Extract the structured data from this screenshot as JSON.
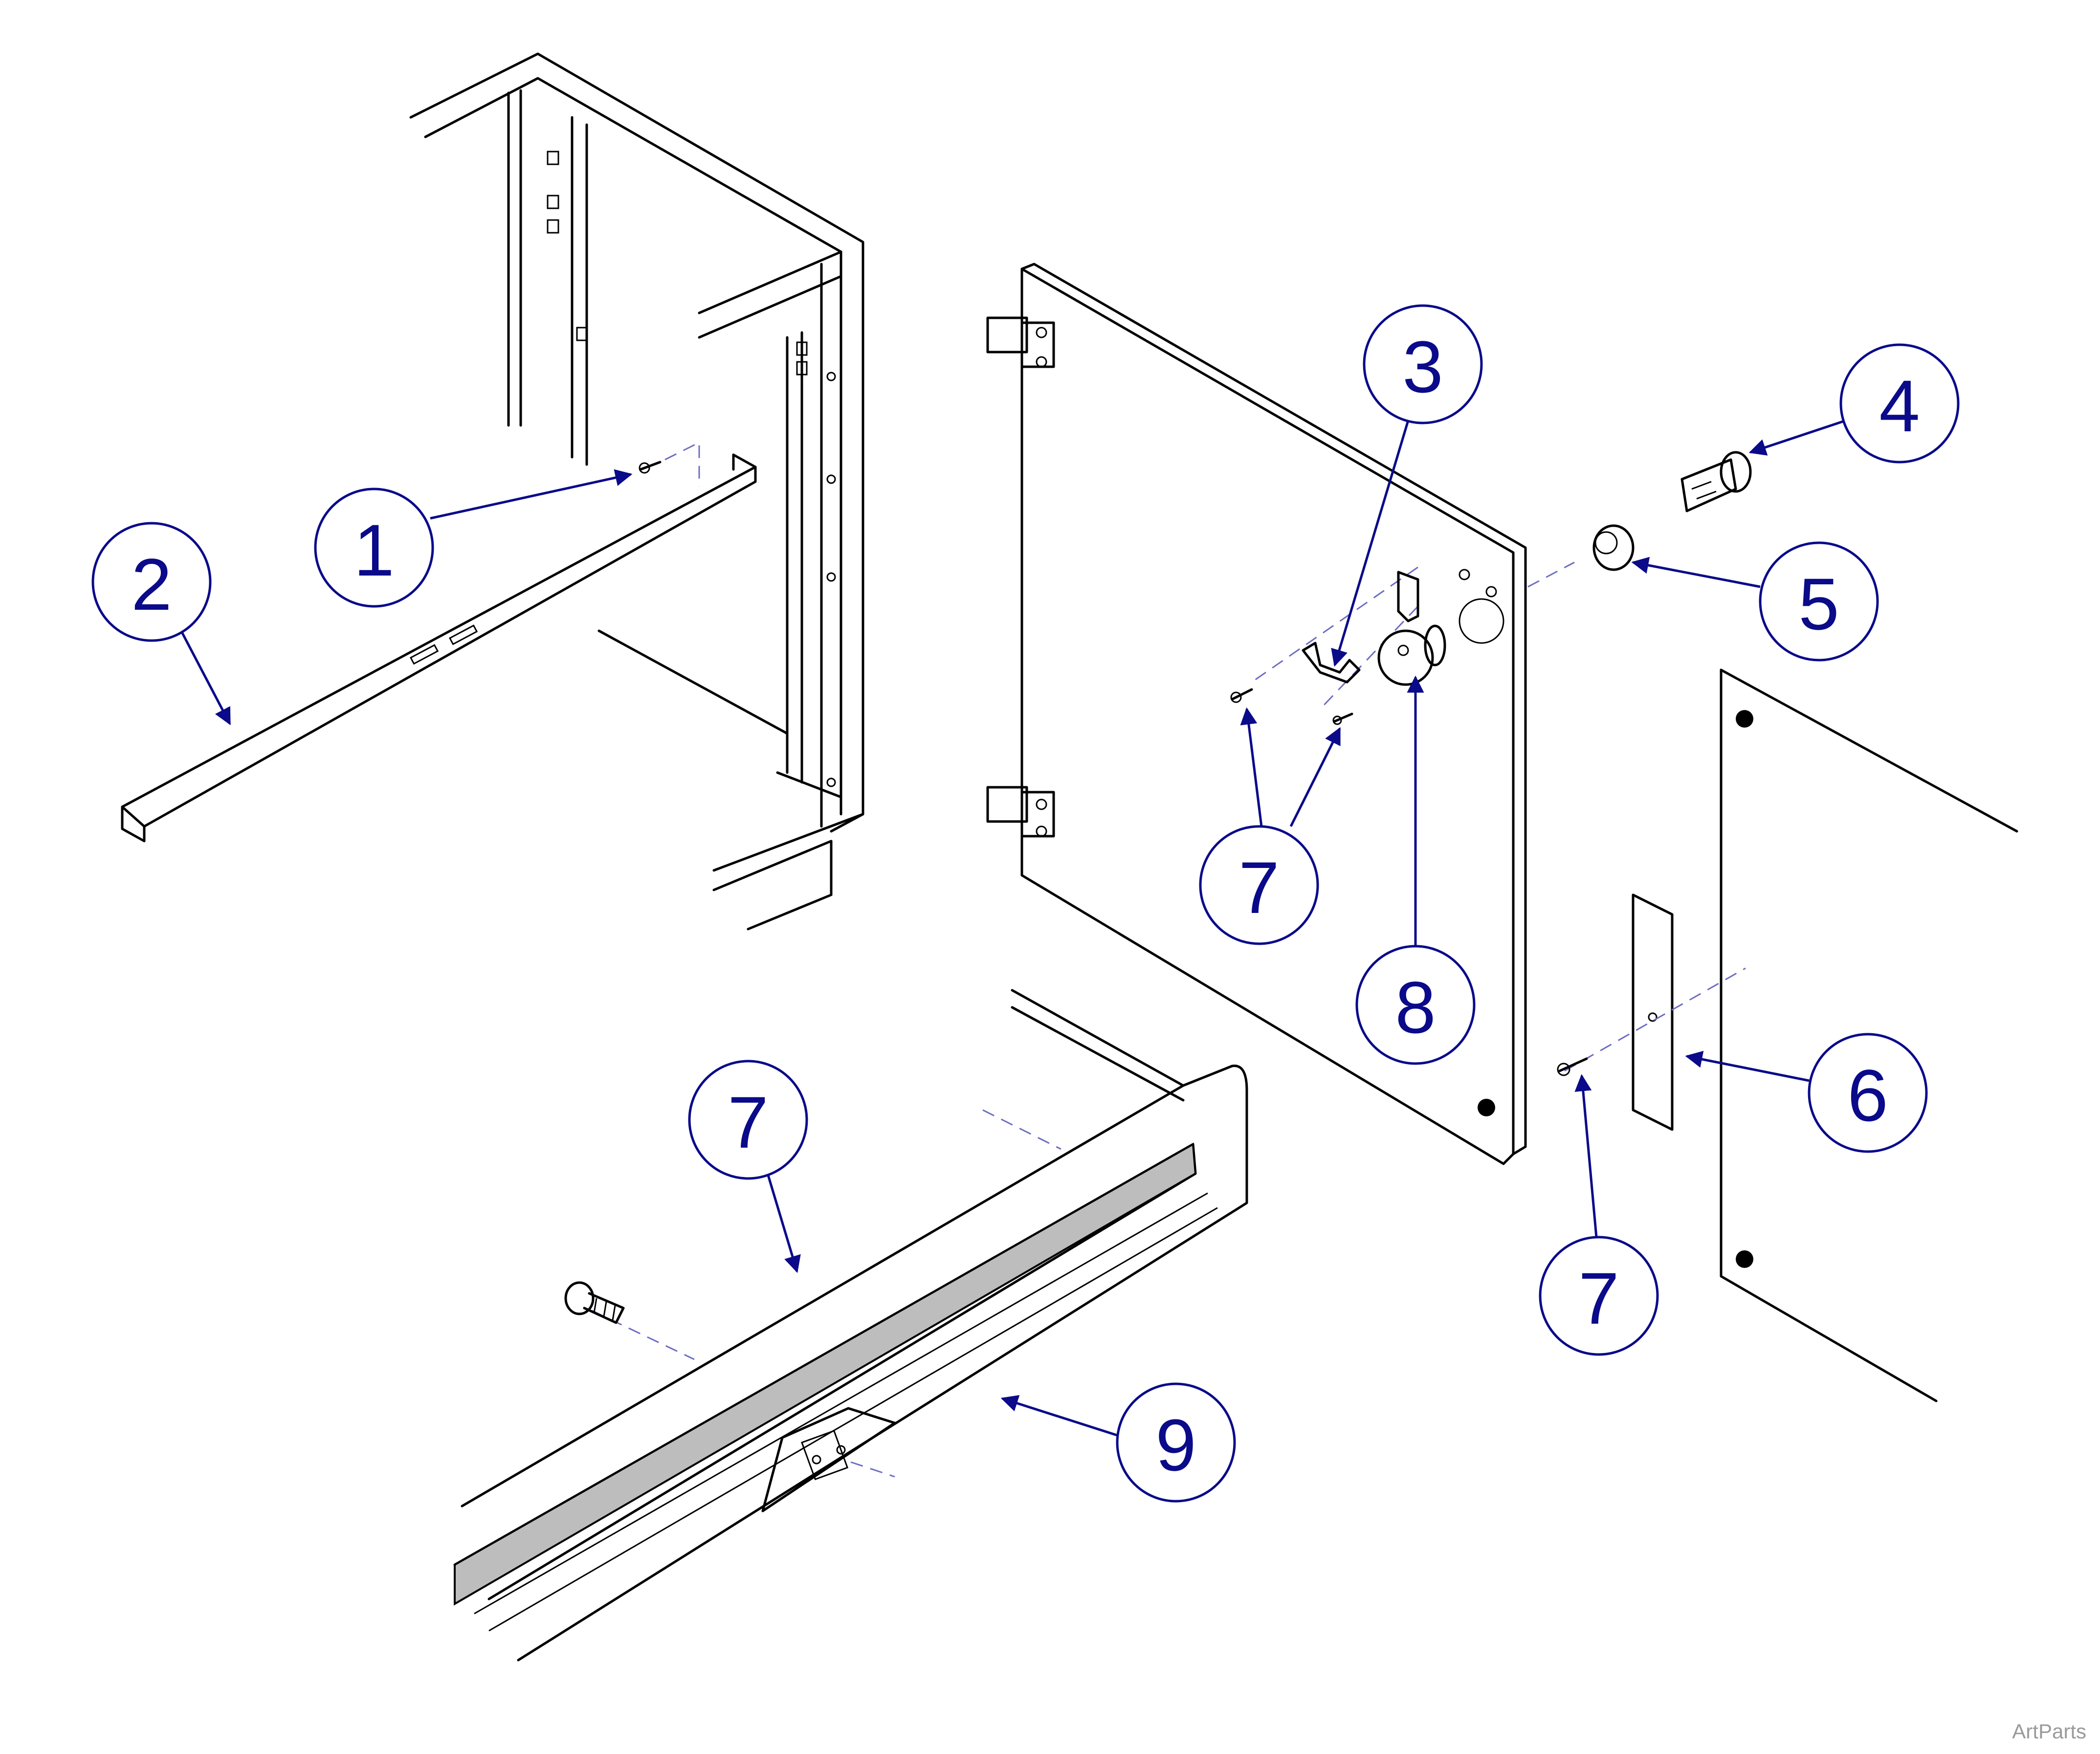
{
  "callouts": [
    {
      "id": "c1",
      "label": "1"
    },
    {
      "id": "c2",
      "label": "2"
    },
    {
      "id": "c3",
      "label": "3"
    },
    {
      "id": "c4",
      "label": "4"
    },
    {
      "id": "c5",
      "label": "5"
    },
    {
      "id": "c6",
      "label": "6"
    },
    {
      "id": "c7a",
      "label": "7"
    },
    {
      "id": "c7b",
      "label": "7"
    },
    {
      "id": "c7c",
      "label": "7"
    },
    {
      "id": "c8",
      "label": "8"
    },
    {
      "id": "c9",
      "label": "9"
    }
  ],
  "watermark": "ArtParts",
  "colors": {
    "callout": "#0a0a8a",
    "line": "#000000",
    "dash": "#6d6dc4",
    "strip": "#bdbdbd"
  }
}
